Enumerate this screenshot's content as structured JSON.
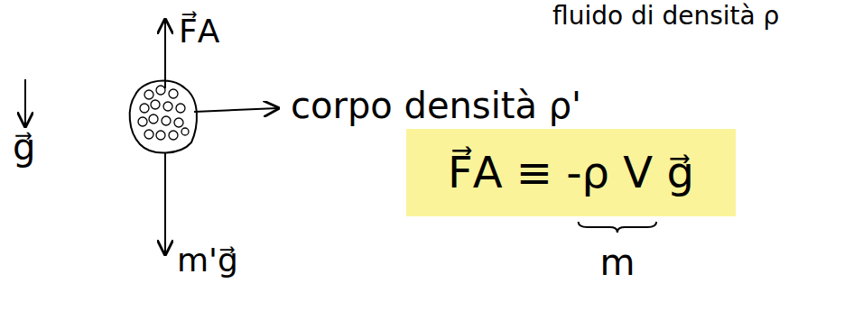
{
  "diagram": {
    "nodes": [
      {
        "text": [
          "F⃗A ≡ -ρ V g⃗"
        ]
      }
    ],
    "labels": [
      "fluido di densità ρ",
      "g⃗",
      "F⃗A",
      "corpo densità ρ'",
      "m'g⃗",
      "m"
    ]
  }
}
